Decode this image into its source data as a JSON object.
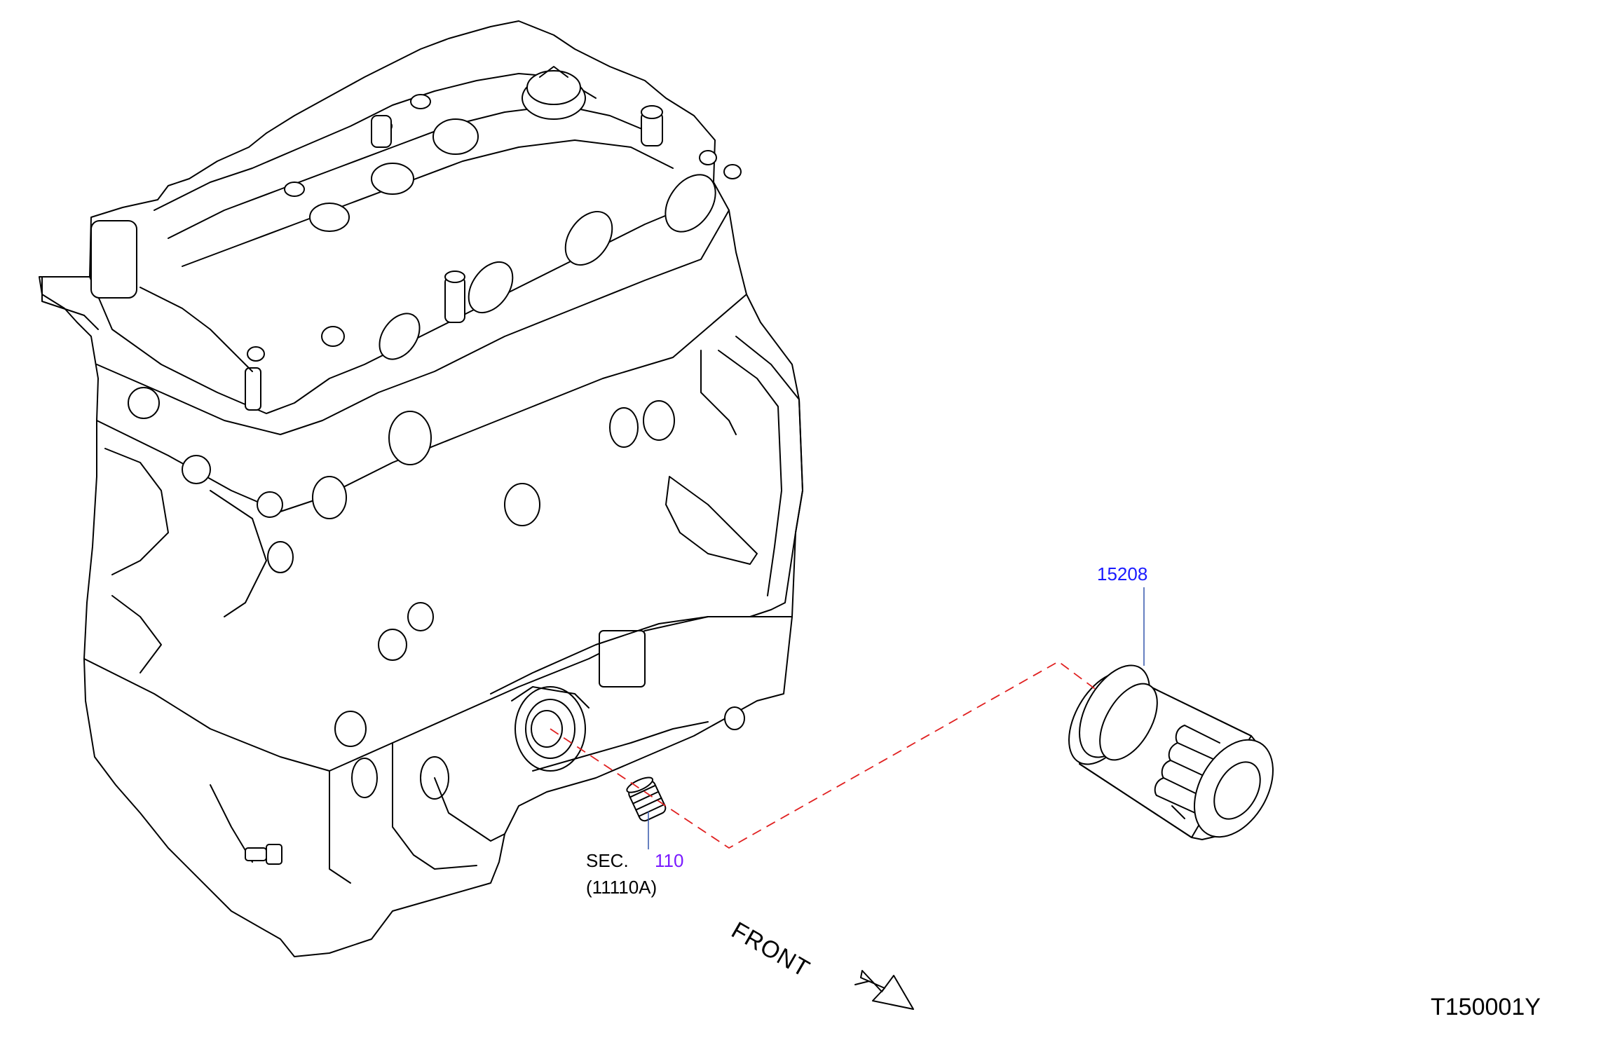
{
  "diagram": {
    "parts": [
      {
        "id": "15208",
        "label": "15208",
        "color": "#1a1aff",
        "icon": "oil-filter-icon"
      }
    ],
    "section_ref": {
      "prefix": "SEC.",
      "number": "110",
      "number_color": "#7a1aff",
      "sub": "(11110A)",
      "icon": "oil-filter-stud-icon"
    },
    "direction": {
      "label": "FRONT",
      "icon": "front-arrow-icon"
    },
    "drawing_code": "T150001Y",
    "leader_color": "#3355aa",
    "dash_color": "#e02020"
  }
}
